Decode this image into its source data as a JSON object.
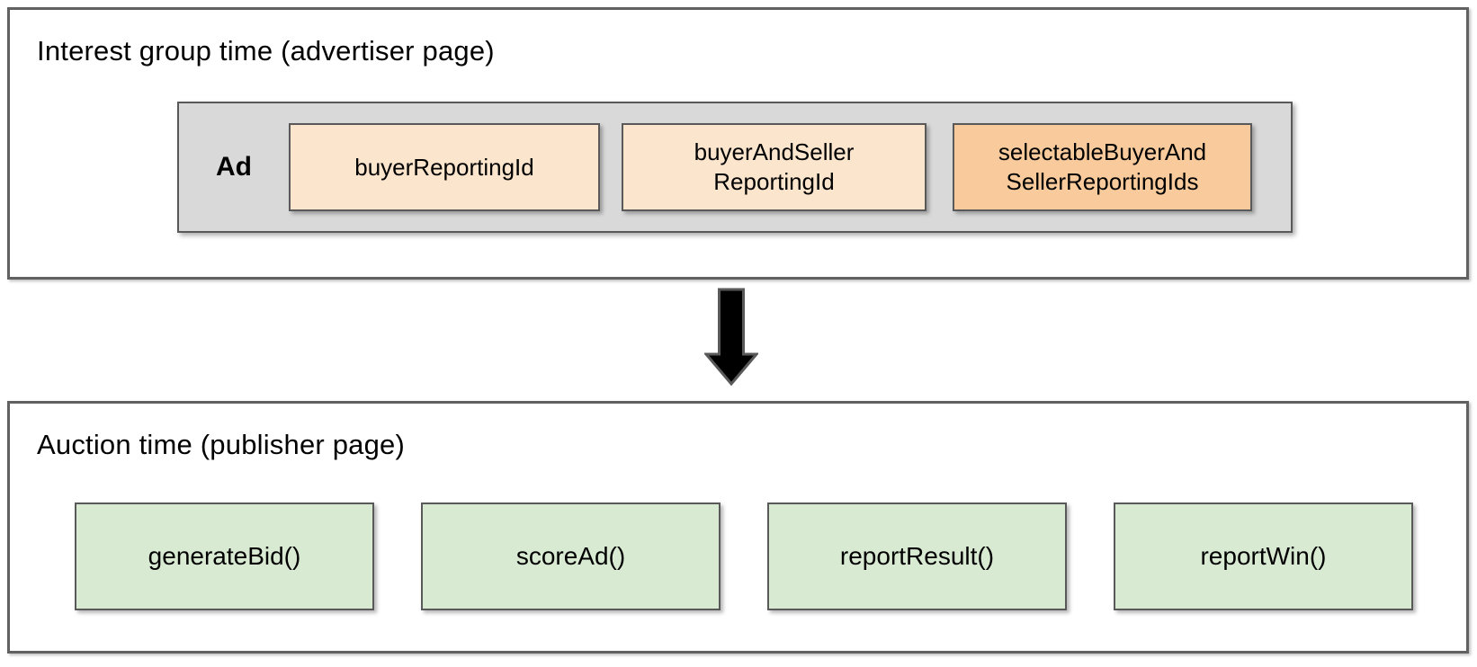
{
  "top_section": {
    "title": "Interest group time (advertiser page)",
    "ad_container": {
      "label": "Ad",
      "items": [
        {
          "label": "buyerReportingId",
          "fill": "#FCE5CD"
        },
        {
          "label": "buyerAndSeller\nReportingId",
          "fill": "#FCE5CD"
        },
        {
          "label": "selectableBuyerAnd\nSellerReportingIds",
          "fill": "#F9CB9C"
        }
      ]
    }
  },
  "arrow": {
    "icon": "down-arrow",
    "fill": "#000000",
    "stroke": "#595959"
  },
  "bottom_section": {
    "title": "Auction time (publisher page)",
    "functions": [
      {
        "label": "generateBid()",
        "fill": "#D9EAD3"
      },
      {
        "label": "scoreAd()",
        "fill": "#D9EAD3"
      },
      {
        "label": "reportResult()",
        "fill": "#D9EAD3"
      },
      {
        "label": "reportWin()",
        "fill": "#D9EAD3"
      }
    ]
  },
  "colors": {
    "box_border": "#595959",
    "outer_border": "#616161",
    "container_gray": "#D9D9D9",
    "peach": "#FCE5CD",
    "orange": "#F9CB9C",
    "green": "#D9EAD3",
    "arrow_fill": "#000000"
  }
}
